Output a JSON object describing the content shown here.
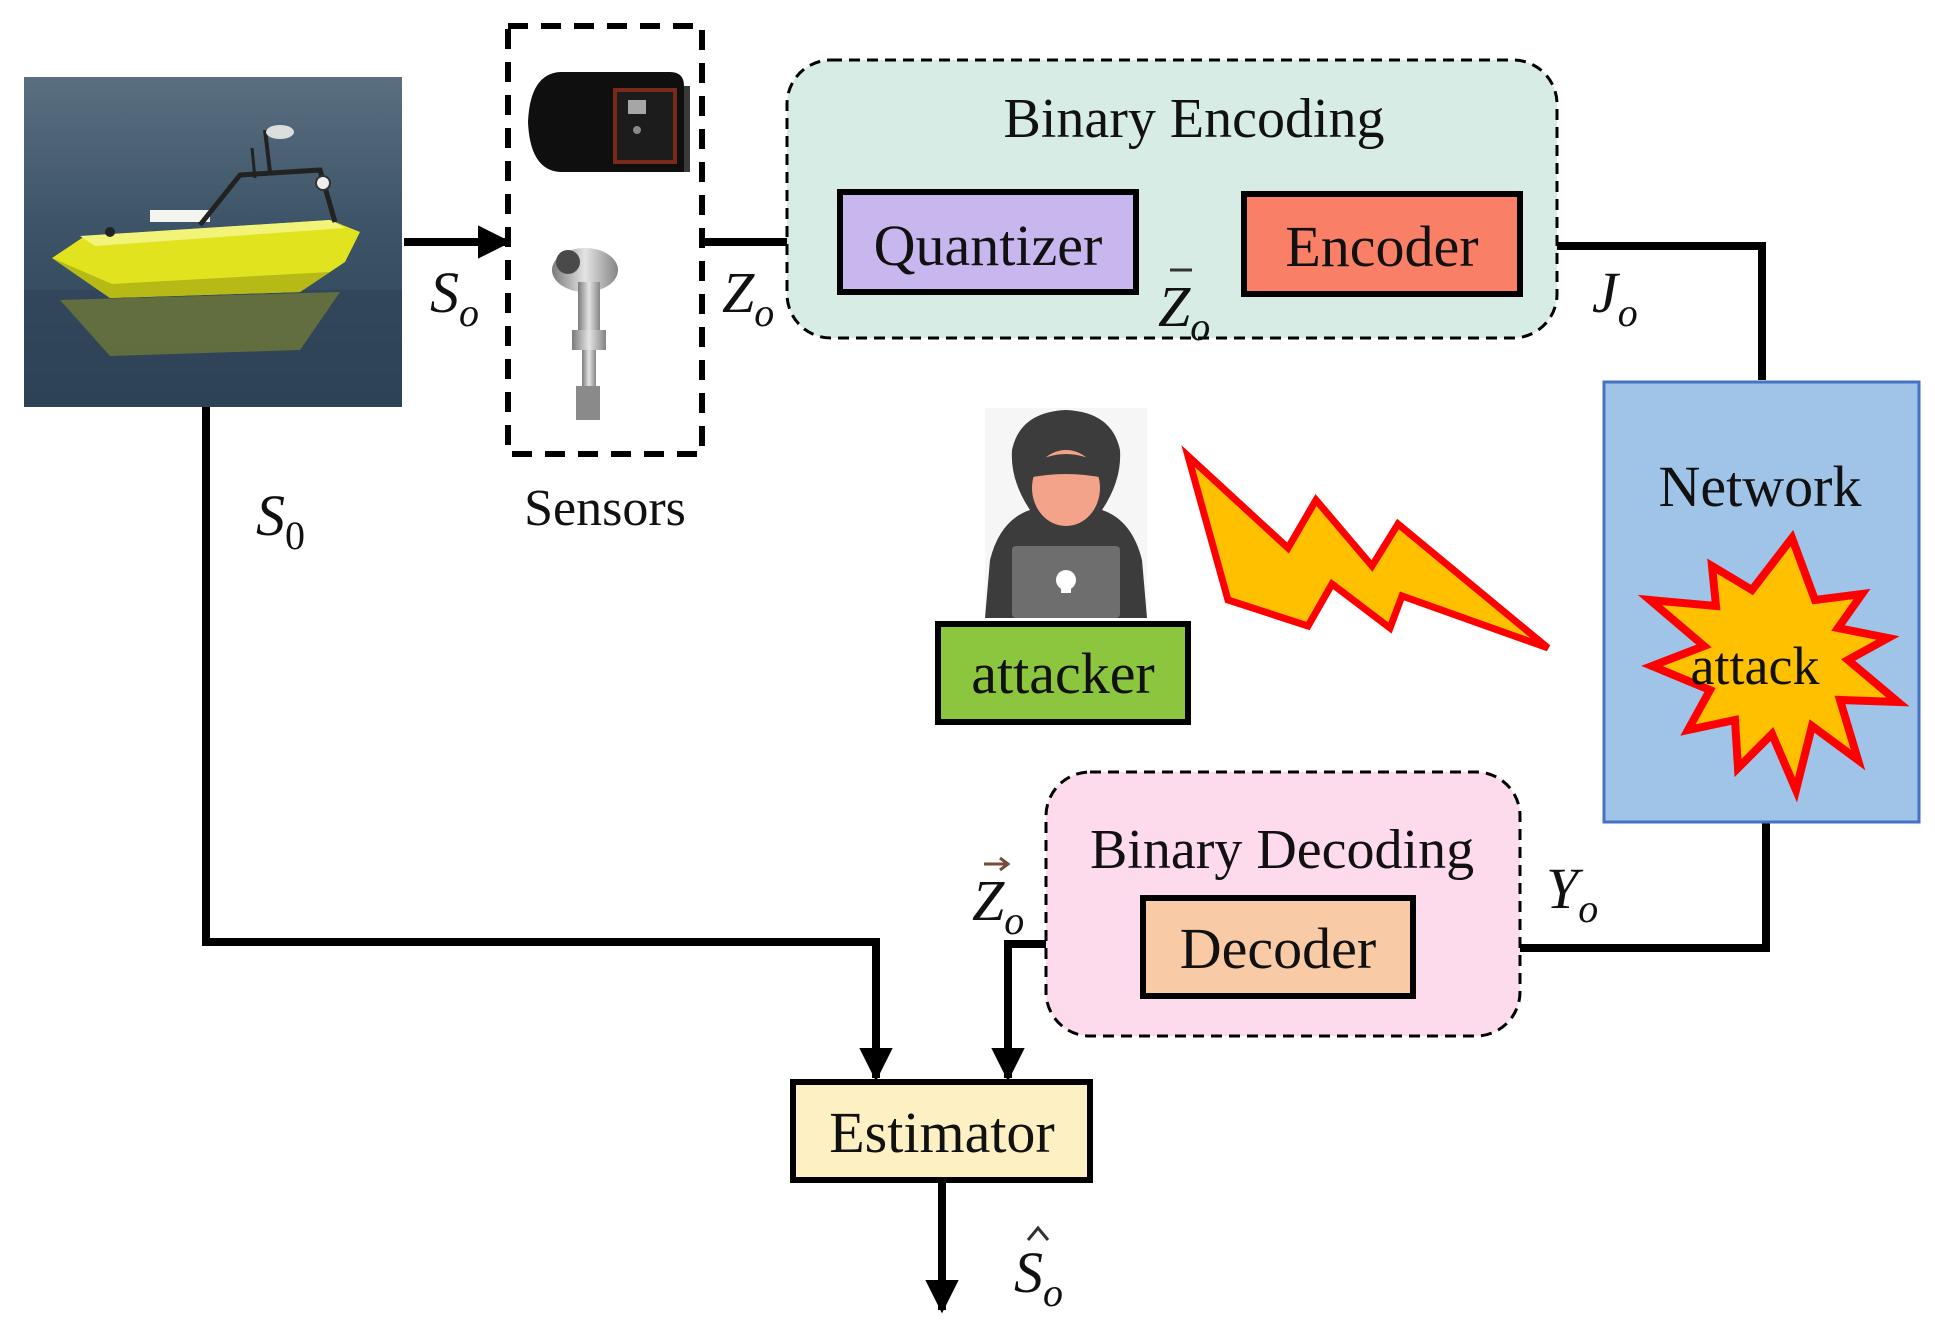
{
  "blocks": {
    "sensors": "Sensors",
    "binary_encoding": "Binary Encoding",
    "quantizer": "Quantizer",
    "encoder": "Encoder",
    "network": "Network",
    "attack": "attack",
    "attacker": "attacker",
    "binary_decoding": "Binary Decoding",
    "decoder": "Decoder",
    "estimator": "Estimator"
  },
  "signals": {
    "s_o": {
      "base": "S",
      "sub": "o"
    },
    "s_0": {
      "base": "S",
      "sub": "0"
    },
    "z_o": {
      "base": "Z",
      "sub": "o"
    },
    "z_bar_o": {
      "base": "Z",
      "sub": "o"
    },
    "j_o": {
      "base": "J",
      "sub": "o"
    },
    "y_o": {
      "base": "Y",
      "sub": "o"
    },
    "z_vec_o": {
      "base": "Z",
      "sub": "o"
    },
    "s_hat_o": {
      "base": "S",
      "sub": "o"
    }
  },
  "colors": {
    "binary_encoding_bg": "#d7ece4",
    "quantizer": "#c8b7ef",
    "encoder": "#f98067",
    "network": "#9fc4e7",
    "attack_fill": "#ffc000",
    "attack_stroke": "#ff0000",
    "attacker": "#8cc63f",
    "binary_decoding_bg": "#fddbec",
    "decoder": "#f8cba6",
    "estimator": "#fdf0c2"
  },
  "icons": [
    "boat-image",
    "sensor-box-icon",
    "temperature-probe-icon",
    "hacker-icon",
    "lightning-bolt-icon",
    "explosion-icon"
  ]
}
